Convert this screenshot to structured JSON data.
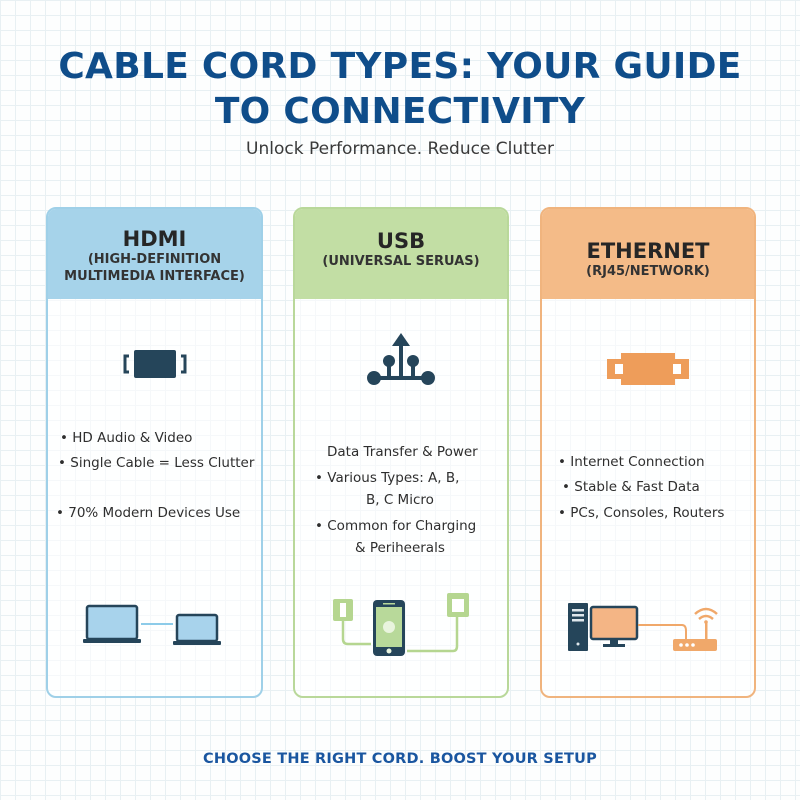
{
  "header": {
    "title_line1": "CABLE CORD TYPES: YOUR GUIDE",
    "title_line2": "TO CONNECTIVITY",
    "subtitle": "Unlock Performance. Reduce Clutter"
  },
  "cards": [
    {
      "name": "HDMI",
      "subtitle_line1": "(HIGH-DEFINITION",
      "subtitle_line2": "MULTIMEDIA INTERFACE)",
      "icon": "hdmi-connector-icon",
      "color": "#a6d3ea",
      "bullets": [
        "• HD Audio & Video",
        "• Single Cable = Less Clutter",
        "• 70% Modern Devices Use"
      ],
      "illustration": "laptop-to-laptop-icon"
    },
    {
      "name": "USB",
      "subtitle_line1": "(UNIVERSAL SERUAS)",
      "icon": "usb-trident-icon",
      "color": "#c2dea4",
      "bullets": [
        "Data Transfer & Power",
        "• Various Types: A, B,",
        "B, C Micro",
        "• Common for Charging",
        "& Periheerals"
      ],
      "illustration": "phone-charging-icon"
    },
    {
      "name": "ETHERNET",
      "subtitle_line1": "(RJ45/NETWORK)",
      "icon": "ethernet-connector-icon",
      "color": "#f4bb88",
      "bullets": [
        "• Internet Connection",
        "• Stable & Fast Data",
        "• PCs, Consoles, Routers"
      ],
      "illustration": "pc-to-router-icon"
    }
  ],
  "footer": {
    "tagline": "CHOOSE THE RIGHT CORD. BOOST YOUR SETUP"
  },
  "colors": {
    "title": "#0f4d8a",
    "footer": "#1a56a0",
    "icon_dark": "#25455a",
    "hdmi": "#a6d3ea",
    "usb": "#c2dea4",
    "ethernet": "#f4bb88"
  }
}
